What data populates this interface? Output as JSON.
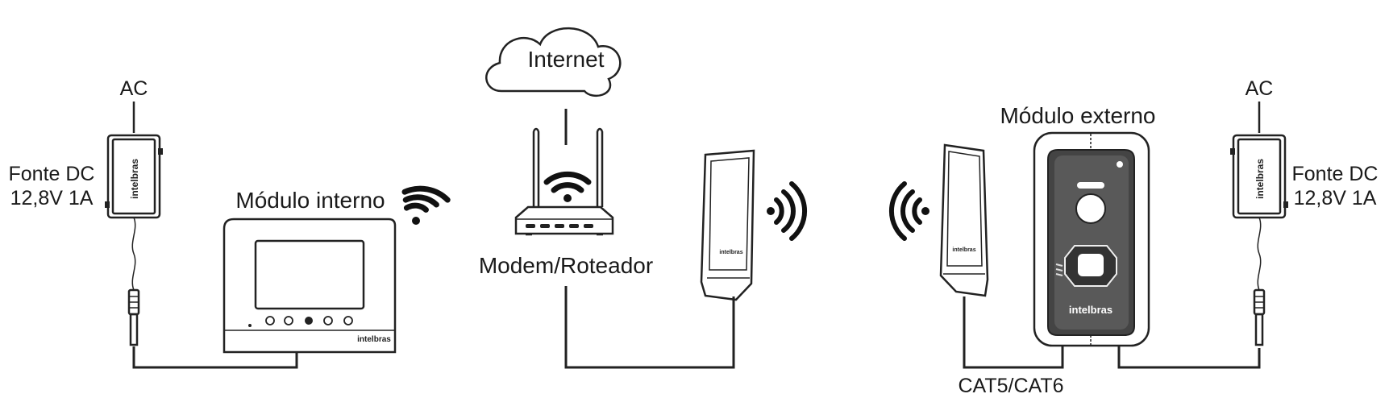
{
  "labels": {
    "internet": "Internet",
    "modem": "Modem/Roteador",
    "internal_module": "Módulo interno",
    "external_module": "Módulo externo",
    "ac_left": "AC",
    "ac_right": "AC",
    "psu_left_line1": "Fonte DC",
    "psu_left_line2": "12,8V 1A",
    "psu_right_line1": "Fonte DC",
    "psu_right_line2": "12,8V 1A",
    "cable": "CAT5/CAT6"
  },
  "brand": {
    "name": "intelbras"
  },
  "icons": [
    "cloud-icon",
    "wifi-icon",
    "router-icon",
    "antenna-icon",
    "power-supply-icon",
    "video-intercom-icon",
    "door-station-icon"
  ]
}
